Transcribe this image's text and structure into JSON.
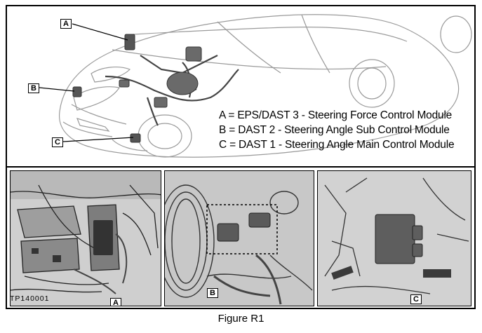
{
  "legend": {
    "a": "A = EPS/DAST 3 - Steering Force Control Module",
    "b": "B = DAST 2 - Steering Angle Sub Control Module",
    "c": "C = DAST 1 - Steering Angle Main Control Module"
  },
  "callouts": {
    "a": "A",
    "b": "B",
    "c": "C"
  },
  "photos": {
    "a_label": "A",
    "b_label": "B",
    "c_label": "C"
  },
  "reference_code": "TP140001",
  "caption": "Figure R1"
}
